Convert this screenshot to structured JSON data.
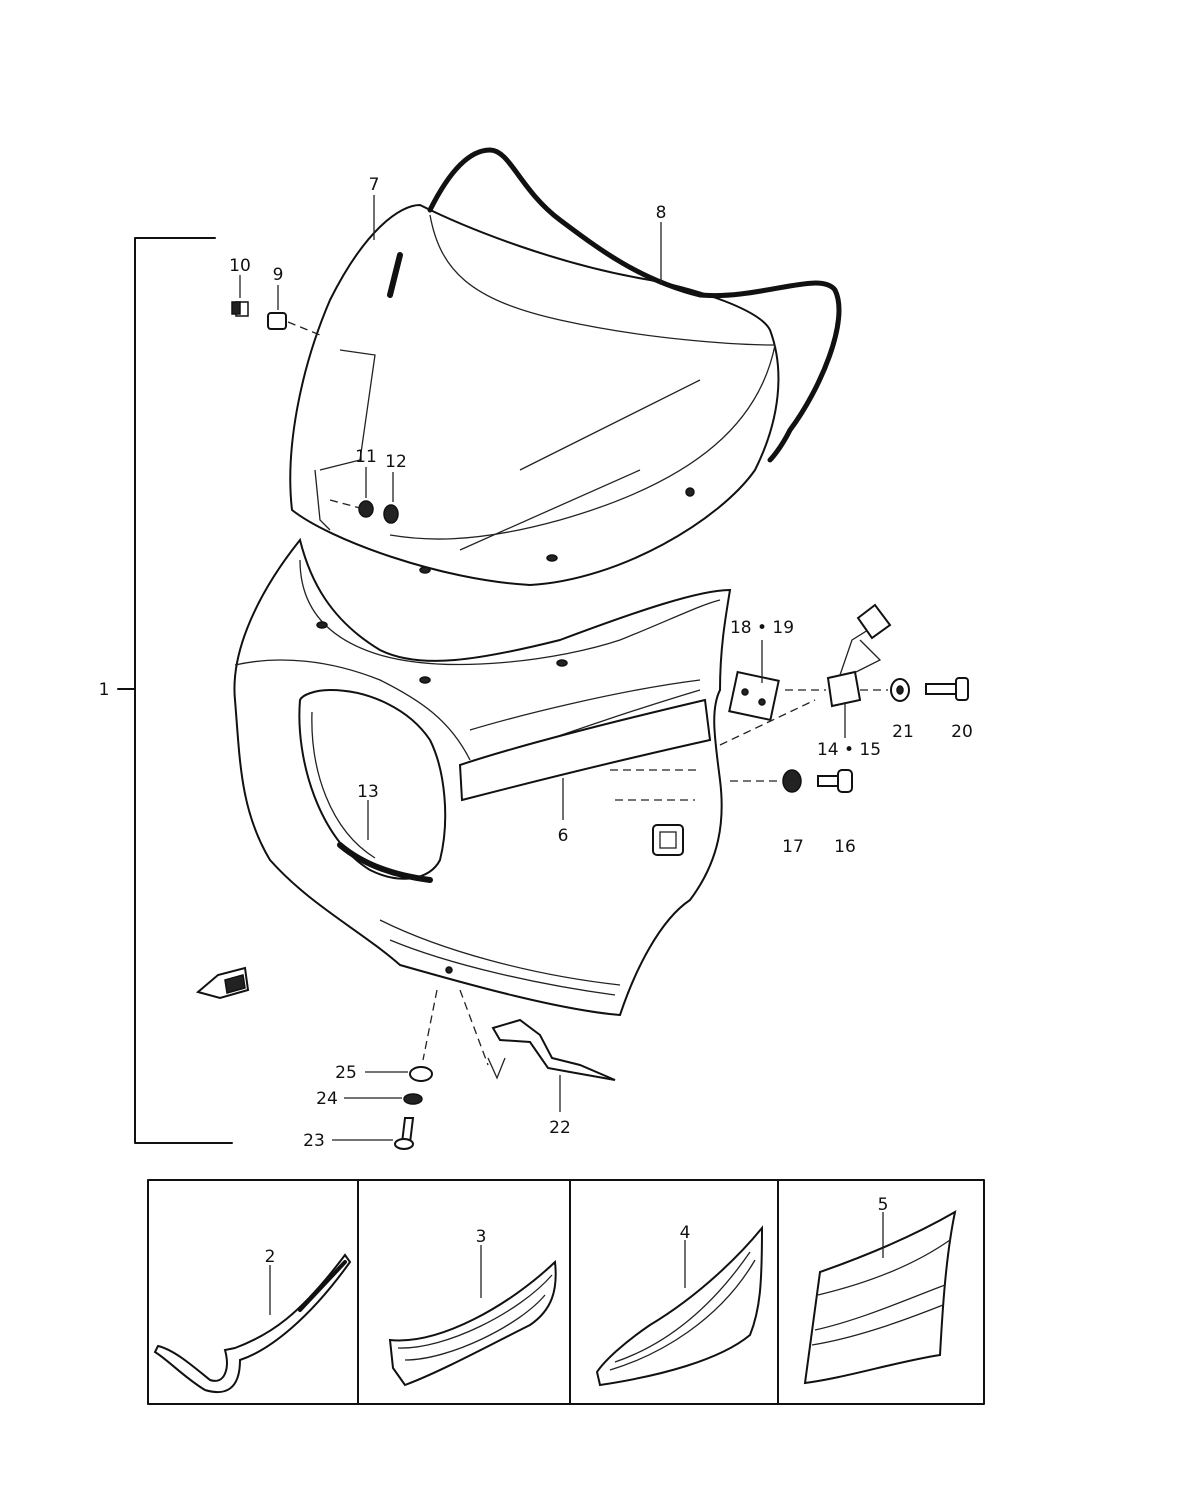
{
  "labels": {
    "p1": "1",
    "p2": "2",
    "p3": "3",
    "p4": "4",
    "p5": "5",
    "p6": "6",
    "p7": "7",
    "p8": "8",
    "p9": "9",
    "p10": "10",
    "p11": "11",
    "p12": "12",
    "p13": "13",
    "p14_15": "14 • 15",
    "p16": "16",
    "p17": "17",
    "p18_19": "18 • 19",
    "p20": "20",
    "p21": "21",
    "p22": "22",
    "p23": "23",
    "p24": "24",
    "p25": "25"
  }
}
